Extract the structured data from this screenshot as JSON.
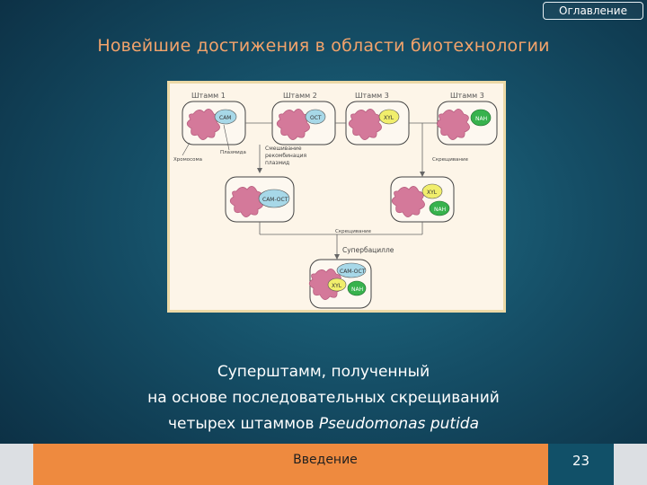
{
  "toc_button": "Оглавление",
  "title": "Новейшие достижения в области биотехнологии",
  "diagram": {
    "strains": [
      "Штамм 1",
      "Штамм 2",
      "Штамм 3",
      "Штамм 3"
    ],
    "plasmids_top": [
      "CAM",
      "OCT",
      "XYL",
      "NAH"
    ],
    "label_plasmid": "Плазмида",
    "label_chromosome": "Хромосома",
    "label_recomb": [
      "Смешивание",
      "рекомбинация",
      "плазмид"
    ],
    "label_cross1": "Скрещивание",
    "label_cross2": "Скрещивание",
    "label_superbacillus": "Супербацилле",
    "mid_left_plasmid": "CAM-OCT",
    "mid_right_plasmids": [
      "XYL",
      "NAH"
    ],
    "bottom_plasmids": [
      "CAM-OCT",
      "XYL",
      "NAH"
    ]
  },
  "caption": {
    "line1": "Суперштамм, полученный",
    "line2": "на основе последовательных скрещиваний",
    "line3_prefix": "четырех штаммов ",
    "line3_italic": "Pseudomonas putida"
  },
  "footer": {
    "intro": "Введение",
    "page_number": "23"
  },
  "colors": {
    "title": "#f2a36b",
    "footer_orange": "#ee8a3f",
    "footer_blue": "#115068",
    "figure_bg": "#fdf5e8",
    "chromosome": "#d4799a",
    "plasmid_cyan": "#a7d8e8",
    "plasmid_yellow": "#f1ee6c",
    "plasmid_green": "#37b24d"
  }
}
